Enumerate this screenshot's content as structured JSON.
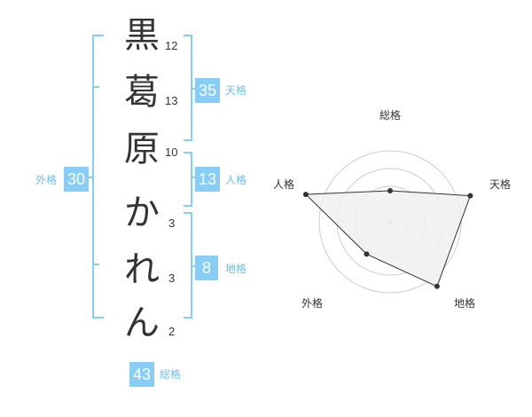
{
  "name": {
    "characters": [
      {
        "char": "黒",
        "strokes": "12"
      },
      {
        "char": "葛",
        "strokes": "13"
      },
      {
        "char": "原",
        "strokes": "10"
      },
      {
        "char": "か",
        "strokes": "3"
      },
      {
        "char": "れ",
        "strokes": "3"
      },
      {
        "char": "ん",
        "strokes": "2"
      }
    ]
  },
  "fortunes": {
    "tenkaku": {
      "value": "35",
      "label": "天格"
    },
    "jinkaku": {
      "value": "13",
      "label": "人格"
    },
    "chikaku": {
      "value": "8",
      "label": "地格"
    },
    "gaikaku": {
      "value": "30",
      "label": "外格"
    },
    "soukaku": {
      "value": "43",
      "label": "総格"
    }
  },
  "radar": {
    "labels": {
      "top": "総格",
      "right": "天格",
      "left": "人格",
      "bottom_left": "外格",
      "bottom_right": "地格"
    },
    "scores": {
      "soukaku": 0.35,
      "tenkaku": 0.95,
      "chikaku": 0.9,
      "gaikaku": 0.45,
      "jinkaku": 1.0
    },
    "colors": {
      "line": "#333333",
      "fill": "#f0f0f0",
      "grid": "#cccccc",
      "point": "#333333",
      "center": "#cccccc"
    }
  }
}
